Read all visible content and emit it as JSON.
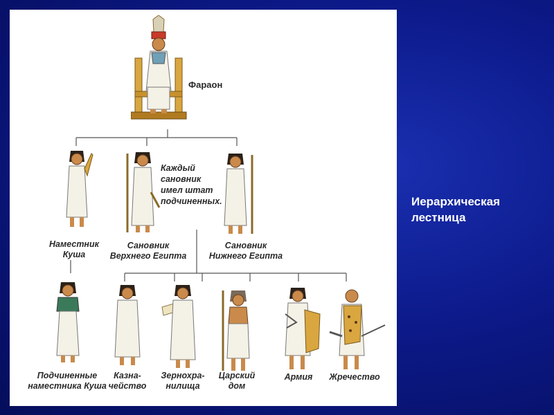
{
  "side_title": "Иерархическая\nлестница",
  "diagram": {
    "top": {
      "label": "Фараон"
    },
    "note": "Каждый\nсановник\nимел штат\nподчиненных.",
    "level2": [
      {
        "label": "Наместник\nКуша"
      },
      {
        "label": "Сановник\nВерхнего Египта"
      },
      {
        "label": "Сановник\nНижнего Египта"
      }
    ],
    "level3": [
      {
        "label": "Подчиненные\nнаместника Куша"
      },
      {
        "label": "Казна-\nчейство"
      },
      {
        "label": "Зернохра-\nнилища"
      },
      {
        "label": "Царский\nдом"
      },
      {
        "label": "Армия"
      },
      {
        "label": "Жречество"
      }
    ]
  },
  "colors": {
    "background": "#0c1a8a",
    "panel": "#ffffff",
    "robe": "#f4f1e6",
    "skin": "#c98a4b",
    "hair": "#2b2118",
    "gold": "#d9a640",
    "line": "#555555"
  }
}
